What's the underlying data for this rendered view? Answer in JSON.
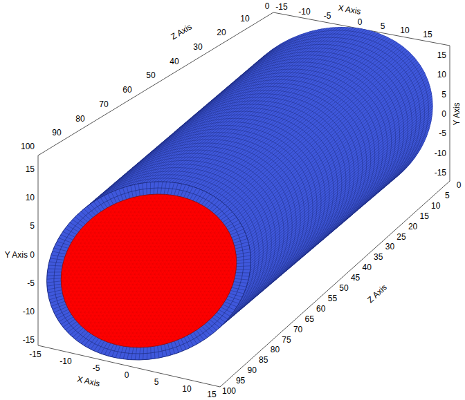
{
  "diagram": {
    "labels": [
      "0",
      "-15",
      "-10",
      "-5",
      "X Axis",
      "0",
      "5",
      "10",
      "15",
      "10",
      "20",
      "Z Axis",
      "30",
      "40",
      "50",
      "60",
      "70",
      "80",
      "90",
      "100",
      "15",
      "10",
      "5",
      "Y Axis",
      "0",
      "-5",
      "-10",
      "-15",
      "-15",
      "-10",
      "-5",
      "X Axis",
      "0",
      "5",
      "10",
      "15",
      "15",
      "10",
      "5",
      "0",
      "Y Axis",
      "-5",
      "-10",
      "-15",
      "0",
      "5",
      "10",
      "15",
      "20",
      "25",
      "30",
      "35",
      "40",
      "45",
      "50",
      "Z Axis",
      "55",
      "60",
      "65",
      "70",
      "75",
      "80",
      "85",
      "90",
      "95",
      "100"
    ]
  }
}
